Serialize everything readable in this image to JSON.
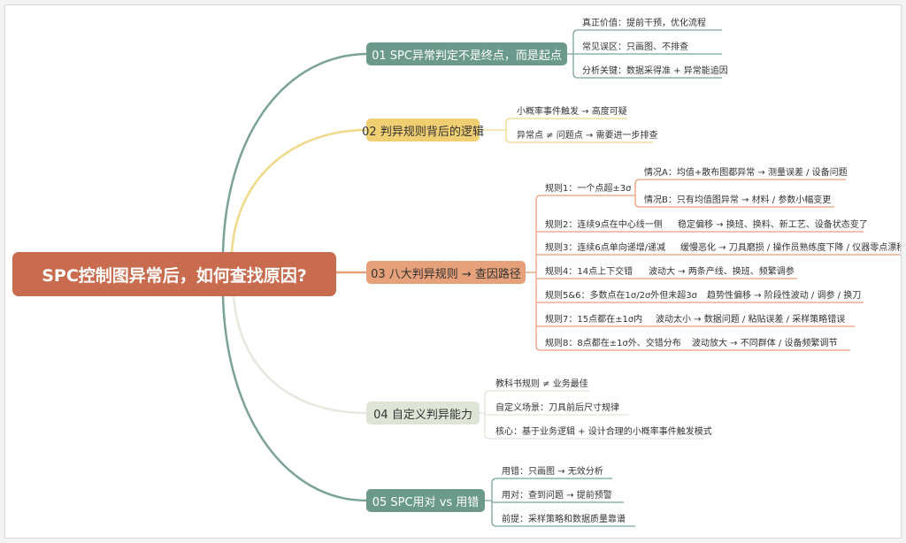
{
  "root": {
    "label": "SPC控制图异常后，如何查找原因?"
  },
  "branches": [
    {
      "label": "01 SPC异常判定不是终点，而是起点",
      "children": [
        "真正价值：提前干预，优化流程",
        "常见误区：只画图、不排查",
        "分析关键：数据采得准 + 异常能追因"
      ]
    },
    {
      "label": "02 判异规则背后的逻辑",
      "children": [
        "小概率事件触发 → 高度可疑",
        "异常点 ≠ 问题点 → 需要进一步排查"
      ]
    },
    {
      "label": "03 八大判异规则 → 查因路径",
      "rule1": {
        "label": "规则1：一个点超±3σ",
        "children": [
          "情况A：均值+散布图都异常 → 测量误差 / 设备问题",
          "情况B：只有均值图异常 → 材料 / 参数小幅变更"
        ]
      },
      "rules": [
        {
          "rule": "规则2：连续9点在中心线一侧",
          "cause": "稳定偏移 → 换班、换料、新工艺、设备状态变了"
        },
        {
          "rule": "规则3：连续6点单向递增/递减",
          "cause": "缓慢恶化 → 刀具磨损 / 操作员熟练度下降 / 仪器零点漂移"
        },
        {
          "rule": "规则4：14点上下交错",
          "cause": "波动大 → 两条产线、换班、频繁调参"
        },
        {
          "rule": "规则5&6：多数点在1σ/2σ外但未超3σ",
          "cause": "趋势性偏移 → 阶段性波动 / 调参 / 换刀"
        },
        {
          "rule": "规则7：15点都在±1σ内",
          "cause": "波动太小 → 数据问题 / 粘贴误差 / 采样策略错误"
        },
        {
          "rule": "规则8：8点都在±1σ外、交错分布",
          "cause": "波动放大 → 不同群体 / 设备频繁调节"
        }
      ]
    },
    {
      "label": "04 自定义判异能力",
      "children": [
        "教科书规则 ≠ 业务最佳",
        "自定义场景：刀具前后尺寸规律",
        "核心：基于业务逻辑 + 设计合理的小概率事件触发模式"
      ]
    },
    {
      "label": "05 SPC用对 vs 用错",
      "children": [
        "用错：只画图 → 无效分析",
        "用对：查到问题 → 提前预警",
        "前提：采样策略和数据质量靠谱"
      ]
    }
  ],
  "colors": {
    "root": "#c86b4e",
    "branch1": "#6b9a8c",
    "branch2": "#f0ce72",
    "branch3": "#e6a07a",
    "branch4": "#dfe5d6",
    "branch5": "#6b9a8c"
  }
}
